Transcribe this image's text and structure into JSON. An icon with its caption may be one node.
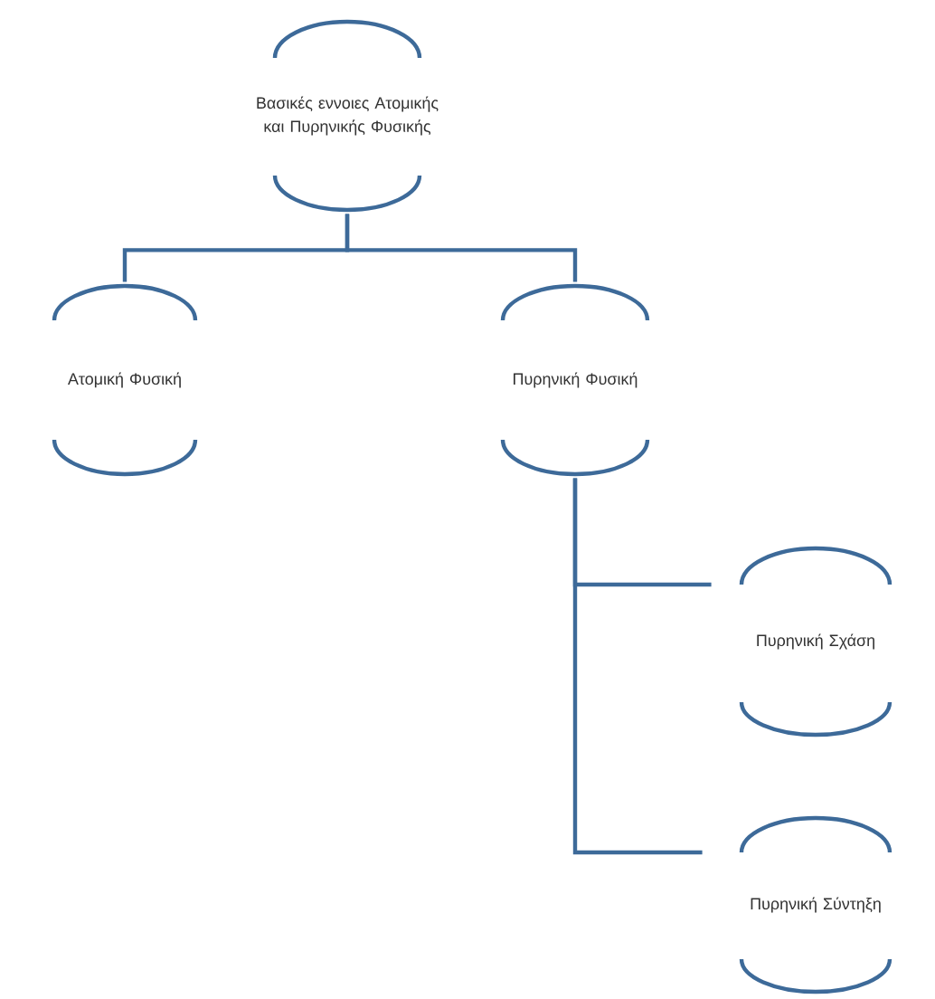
{
  "diagram": {
    "nodes": [
      {
        "text": [
          "Βασικές εννοιες Ατομικής και Πυρηνικής Φυσικής"
        ]
      },
      {
        "text": [
          "Ατομική Φυσική"
        ]
      },
      {
        "text": [
          "Πυρηνική Φυσική"
        ]
      },
      {
        "text": [
          "Πυρηνική Σχάση"
        ]
      },
      {
        "text": [
          "Πυρηνική Σύντηξη"
        ]
      }
    ],
    "edges": [
      {
        "from": 0,
        "to": 1,
        "arrow": "none"
      },
      {
        "from": 0,
        "to": 2,
        "arrow": "none"
      },
      {
        "from": 2,
        "to": 3,
        "arrow": "none"
      },
      {
        "from": 2,
        "to": 4,
        "arrow": "none"
      }
    ]
  }
}
